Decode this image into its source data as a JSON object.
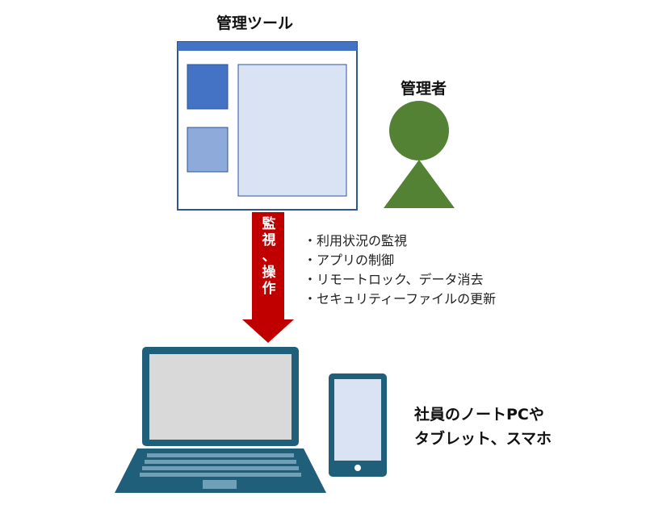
{
  "tool": {
    "title": "管理ツール"
  },
  "admin": {
    "label": "管理者"
  },
  "arrow": {
    "chars": [
      "監",
      "視",
      "、",
      "操",
      "作"
    ]
  },
  "operations": [
    "・利用状況の監視",
    "・アプリの制御",
    "・リモートロック、データ消去",
    "・セキュリティーファイルの更新"
  ],
  "devices": {
    "line1": "社員のノートPCや",
    "line2": "タブレット、スマホ"
  },
  "colors": {
    "window_border": "#2f5597",
    "window_bar": "#4472c4",
    "panel_dark": "#4472c4",
    "panel_light": "#8eaadb",
    "panel_bg": "#dae3f3",
    "person": "#548235",
    "arrow": "#c00000",
    "device": "#1f5f7a",
    "screen": "#d9d9d9",
    "tablet_screen": "#dae3f3"
  },
  "icons": [
    "admin-tool-window-icon",
    "person-icon",
    "down-arrow-icon",
    "laptop-icon",
    "tablet-icon"
  ]
}
